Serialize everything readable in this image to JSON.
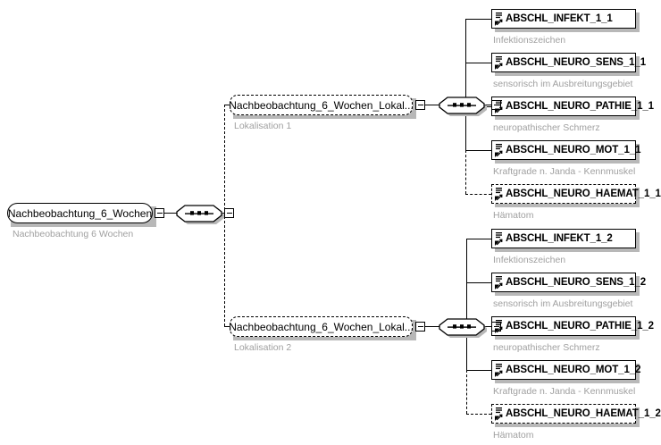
{
  "diagram": {
    "type": "xsd-schema-tree",
    "title": "Nachbeobachtung_6_Wochen",
    "root": {
      "name": "Nachbeobachtung_6_Wochen",
      "caption": "Nachbeobachtung 6 Wochen",
      "compositor": "sequence",
      "collapse_label": "-"
    },
    "groups": [
      {
        "name": "Nachbeobachtung_6_Wochen_Lokal...",
        "caption": "Lokalisation 1",
        "optional": true,
        "compositor": "sequence",
        "children": [
          {
            "name": "ABSCHL_INFEKT_1_1",
            "caption": "Infektionszeichen",
            "optional": false
          },
          {
            "name": "ABSCHL_NEURO_SENS_1_1",
            "caption": "sensorisch im Ausbreitungsgebiet",
            "optional": false
          },
          {
            "name": "ABSCHL_NEURO_PATHIE_1_1",
            "caption": "neuropathischer Schmerz",
            "optional": false
          },
          {
            "name": "ABSCHL_NEURO_MOT_1_1",
            "caption": "Kraftgrade n. Janda - Kennmuskel",
            "optional": false
          },
          {
            "name": "ABSCHL_NEURO_HAEMAT_1_1",
            "caption": "Hämatom",
            "optional": true
          }
        ]
      },
      {
        "name": "Nachbeobachtung_6_Wochen_Lokal...",
        "caption": "Lokalisation 2",
        "optional": true,
        "compositor": "sequence",
        "children": [
          {
            "name": "ABSCHL_INFEKT_1_2",
            "caption": "Infektionszeichen",
            "optional": false
          },
          {
            "name": "ABSCHL_NEURO_SENS_1_2",
            "caption": "sensorisch im Ausbreitungsgebiet",
            "optional": false
          },
          {
            "name": "ABSCHL_NEURO_PATHIE_1_2",
            "caption": "neuropathischer Schmerz",
            "optional": false
          },
          {
            "name": "ABSCHL_NEURO_MOT_1_2",
            "caption": "Kraftgrade n. Janda - Kennmuskel",
            "optional": false
          },
          {
            "name": "ABSCHL_NEURO_HAEMAT_1_2",
            "caption": "Hämatom",
            "optional": true
          }
        ]
      }
    ],
    "colors": {
      "border": "#000000",
      "background": "#ffffff",
      "caption": "#a0a0a0",
      "shadow": "#b8b8b8"
    }
  }
}
